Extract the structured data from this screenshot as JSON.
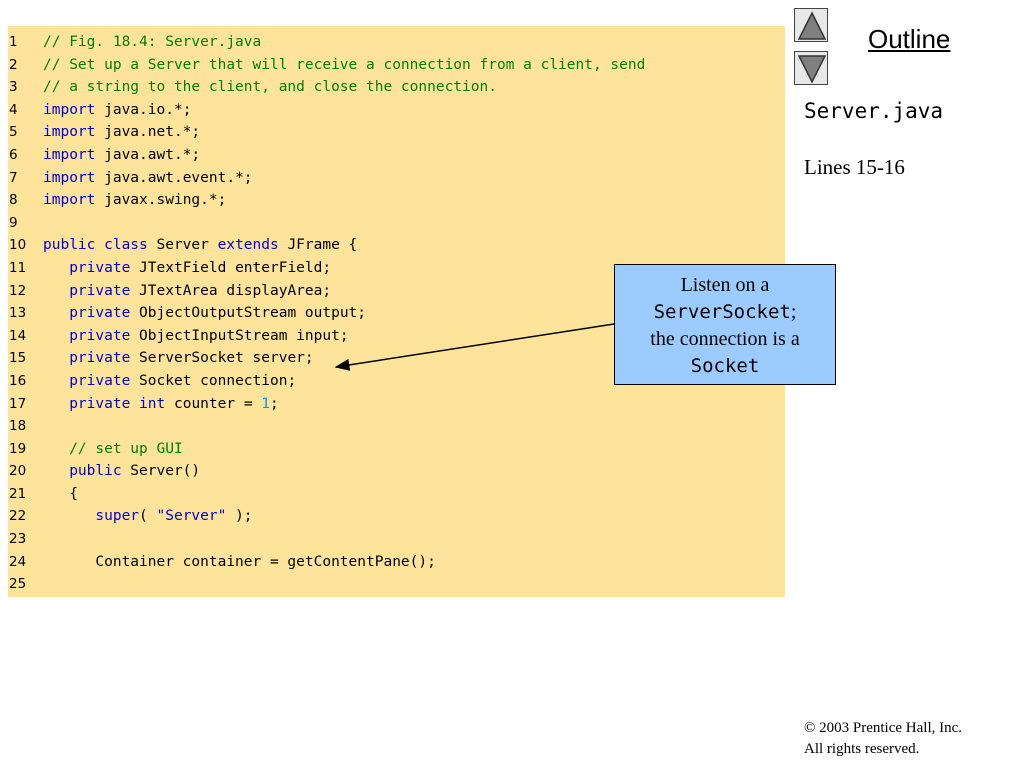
{
  "code": {
    "lines": [
      {
        "n": "1",
        "tokens": [
          {
            "t": "// Fig. 18.4: Server.java",
            "c": "comment"
          }
        ]
      },
      {
        "n": "2",
        "tokens": [
          {
            "t": "// Set up a Server that will receive a connection from a client, send",
            "c": "comment"
          }
        ]
      },
      {
        "n": "3",
        "tokens": [
          {
            "t": "// a string to the client, and close the connection.",
            "c": "comment"
          }
        ]
      },
      {
        "n": "4",
        "tokens": [
          {
            "t": "import",
            "c": "keyword"
          },
          {
            "t": " java.io.*;",
            "c": "plain"
          }
        ]
      },
      {
        "n": "5",
        "tokens": [
          {
            "t": "import",
            "c": "keyword"
          },
          {
            "t": " java.net.*;",
            "c": "plain"
          }
        ]
      },
      {
        "n": "6",
        "tokens": [
          {
            "t": "import",
            "c": "keyword"
          },
          {
            "t": " java.awt.*;",
            "c": "plain"
          }
        ]
      },
      {
        "n": "7",
        "tokens": [
          {
            "t": "import",
            "c": "keyword"
          },
          {
            "t": " java.awt.event.*;",
            "c": "plain"
          }
        ]
      },
      {
        "n": "8",
        "tokens": [
          {
            "t": "import",
            "c": "keyword"
          },
          {
            "t": " javax.swing.*;",
            "c": "plain"
          }
        ]
      },
      {
        "n": "9",
        "tokens": []
      },
      {
        "n": "10",
        "tokens": [
          {
            "t": "public class",
            "c": "keyword"
          },
          {
            "t": " Server ",
            "c": "plain"
          },
          {
            "t": "extends",
            "c": "keyword"
          },
          {
            "t": " JFrame {",
            "c": "plain"
          }
        ]
      },
      {
        "n": "11",
        "tokens": [
          {
            "t": "   private",
            "c": "keyword"
          },
          {
            "t": " JTextField enterField;",
            "c": "plain"
          }
        ]
      },
      {
        "n": "12",
        "tokens": [
          {
            "t": "   private",
            "c": "keyword"
          },
          {
            "t": " JTextArea displayArea;",
            "c": "plain"
          }
        ]
      },
      {
        "n": "13",
        "tokens": [
          {
            "t": "   private",
            "c": "keyword"
          },
          {
            "t": " ObjectOutputStream output;",
            "c": "plain"
          }
        ]
      },
      {
        "n": "14",
        "tokens": [
          {
            "t": "   private",
            "c": "keyword"
          },
          {
            "t": " ObjectInputStream input;",
            "c": "plain"
          }
        ]
      },
      {
        "n": "15",
        "tokens": [
          {
            "t": "   private",
            "c": "keyword"
          },
          {
            "t": " ServerSocket server;",
            "c": "plain"
          }
        ]
      },
      {
        "n": "16",
        "tokens": [
          {
            "t": "   private",
            "c": "keyword"
          },
          {
            "t": " Socket connection;",
            "c": "plain"
          }
        ]
      },
      {
        "n": "17",
        "tokens": [
          {
            "t": "   private",
            "c": "keyword"
          },
          {
            "t": " ",
            "c": "plain"
          },
          {
            "t": "int",
            "c": "keyword"
          },
          {
            "t": " counter = ",
            "c": "plain"
          },
          {
            "t": "1",
            "c": "number"
          },
          {
            "t": ";",
            "c": "plain"
          }
        ]
      },
      {
        "n": "18",
        "tokens": []
      },
      {
        "n": "19",
        "tokens": [
          {
            "t": "   // set up GUI",
            "c": "comment"
          }
        ]
      },
      {
        "n": "20",
        "tokens": [
          {
            "t": "   public",
            "c": "keyword"
          },
          {
            "t": " Server()",
            "c": "plain"
          }
        ]
      },
      {
        "n": "21",
        "tokens": [
          {
            "t": "   {",
            "c": "plain"
          }
        ]
      },
      {
        "n": "22",
        "tokens": [
          {
            "t": "      super",
            "c": "keyword"
          },
          {
            "t": "( ",
            "c": "plain"
          },
          {
            "t": "\"Server\"",
            "c": "string"
          },
          {
            "t": " );",
            "c": "plain"
          }
        ]
      },
      {
        "n": "23",
        "tokens": []
      },
      {
        "n": "24",
        "tokens": [
          {
            "t": "      Container container = getContentPane();",
            "c": "plain"
          }
        ]
      },
      {
        "n": "25",
        "tokens": []
      }
    ]
  },
  "nav": {
    "up_icon": "triangle-up-icon",
    "down_icon": "triangle-down-icon"
  },
  "sidebar": {
    "outline_label": "Outline",
    "filename": "Server.java",
    "lines_ref": "Lines 15-16"
  },
  "callout": {
    "line1": "Listen on a",
    "mono1": "ServerSocket",
    "after_mono1": ";",
    "line3": "the connection is a",
    "mono2": "Socket"
  },
  "footer": {
    "copyright": "© 2003 Prentice Hall, Inc.",
    "rights": "All rights reserved."
  },
  "colors": {
    "code_bg": "#fde49a",
    "comment": "#008000",
    "keyword": "#0000cc",
    "number": "#0099ff",
    "callout_bg": "#9cccff"
  }
}
